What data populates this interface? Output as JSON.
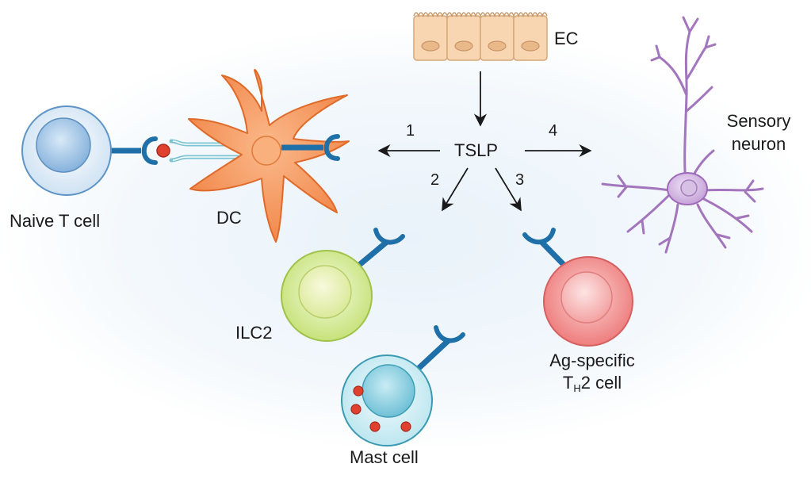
{
  "labels": {
    "ec": "EC",
    "tslp": "TSLP",
    "dc": "DC",
    "naive_t_cell": "Naive T cell",
    "ilc2": "ILC2",
    "mast_cell": "Mast cell",
    "ag_specific_line1": "Ag-specific",
    "th2_t": "T",
    "th2_h": "H",
    "th2_rest": "2 cell",
    "sensory_line1": "Sensory",
    "sensory_line2": "neuron"
  },
  "arrows": {
    "arrow_1": "1",
    "arrow_2": "2",
    "arrow_3": "3",
    "arrow_4": "4"
  },
  "colors": {
    "receptor_blue": "#1f6fa8",
    "dc_orange": "#f08a4b",
    "naive_t_fill": "#bcd6ee",
    "ilc2_green": "#c9e47a",
    "th2_red": "#ef8080",
    "mast_teal": "#8fd0df",
    "granule_red": "#e0402e",
    "neuron_purple": "#b58ac9",
    "epithelium_tan": "#f6cfa6"
  }
}
